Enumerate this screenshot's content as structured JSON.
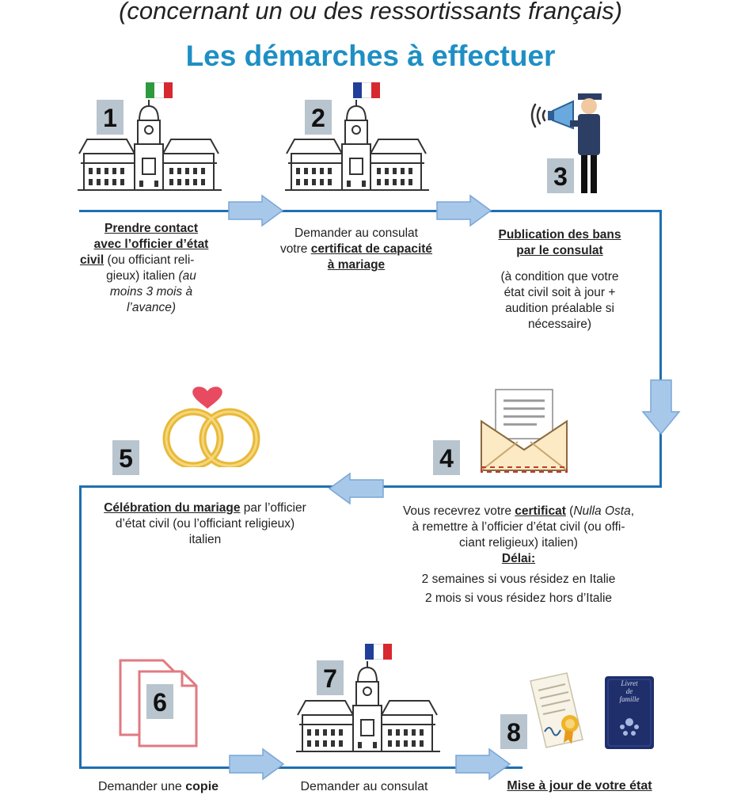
{
  "header": {
    "subtitle": "(concernant un ou des ressortissants français)",
    "title": "Les démarches à effectuer"
  },
  "colors": {
    "title": "#1e8fc4",
    "path": "#1f6fb0",
    "badge": "#b8c4ce",
    "arrow": "#a8c8ea"
  },
  "steps": {
    "s1": {
      "number": "1",
      "l1": "Prendre contact",
      "l2": "avec l’officier d’état",
      "l3b": "civil",
      "l3r": " (ou officiant reli-",
      "l4a": "gieux) italien ",
      "l4b": "(au",
      "l5": "moins 3 mois à",
      "l6": "l’avance)"
    },
    "s2": {
      "number": "2",
      "l1": "Demander au consulat",
      "l2a": "votre ",
      "l2b": "certificat de capacité",
      "l3": "à mariage"
    },
    "s3": {
      "number": "3",
      "l1": "Publication des bans",
      "l2": "par le consulat",
      "l3": "(à condition que votre",
      "l4": "état civil soit à jour +",
      "l5": "audition préalable si",
      "l6": "nécessaire)"
    },
    "s4": {
      "number": "4",
      "l1a": "Vous recevrez votre ",
      "l1b": "certificat",
      "l1c": " (",
      "l1d": "Nulla Osta",
      "l1e": ",",
      "l2": "à remettre à l’officier d’état civil (ou offi-",
      "l3": "ciant religieux) italien)",
      "l4": "Délai:",
      "l5": "2 semaines si vous résidez en Italie",
      "l6": "2 mois si vous résidez hors d’Italie"
    },
    "s5": {
      "number": "5",
      "l1a": "Célébration du mariage",
      "l1b": " par l’officier",
      "l2": "d’état civil (ou l’officiant religieux)",
      "l3": "italien"
    },
    "s6": {
      "number": "6",
      "l1a": "Demander une ",
      "l1b": "copie"
    },
    "s7": {
      "number": "7",
      "l1": "Demander au consulat"
    },
    "s8": {
      "number": "8",
      "l1": "Mise à jour de votre état",
      "livret_l1": "Livret",
      "livret_l2": "de",
      "livret_l3": "famille"
    }
  }
}
